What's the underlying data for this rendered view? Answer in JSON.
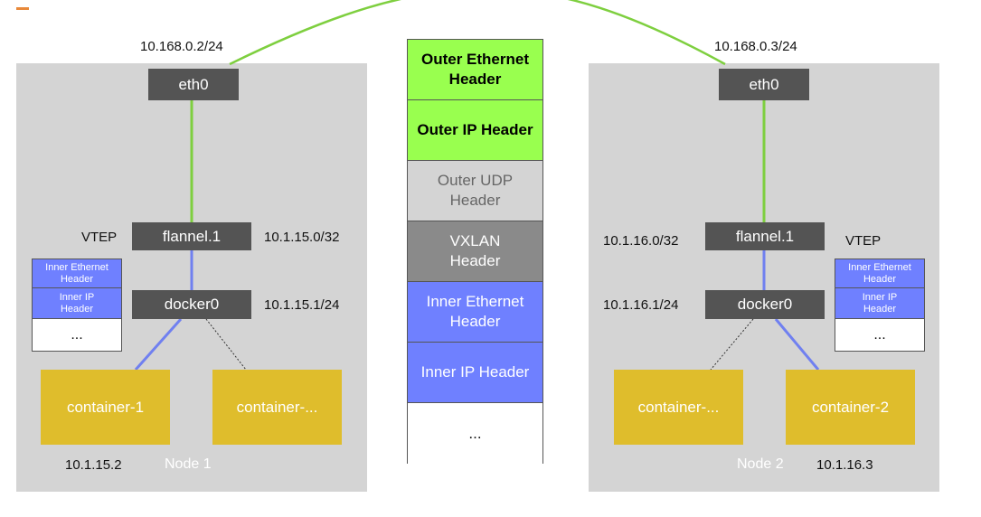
{
  "colors": {
    "node_bg": "#d4d4d4",
    "device": "#545454",
    "container": "#dfbd2c",
    "green_link": "#7ecf3f",
    "blue_link": "#7080f0",
    "outer_green": "#99ff4f",
    "outer_udp": "#d4d4d4",
    "vxlan": "#8a8a8a",
    "inner_blue": "#6f80ff"
  },
  "node1": {
    "name": "Node 1",
    "eth_ip": "10.168.0.2/24",
    "eth": "eth0",
    "vtep_label": "VTEP",
    "flannel": "flannel.1",
    "flannel_ip": "10.1.15.0/32",
    "docker": "docker0",
    "docker_ip": "10.1.15.1/24",
    "container_a": "container-1",
    "container_a_ip": "10.1.15.2",
    "container_b": "container-...",
    "mini_stack": [
      "Inner Ethernet\nHeader",
      "Inner IP\nHeader",
      "..."
    ]
  },
  "node2": {
    "name": "Node 2",
    "eth_ip": "10.168.0.3/24",
    "eth": "eth0",
    "vtep_label": "VTEP",
    "flannel": "flannel.1",
    "flannel_ip": "10.1.16.0/32",
    "docker": "docker0",
    "docker_ip": "10.1.16.1/24",
    "container_a": "container-...",
    "container_b": "container-2",
    "container_b_ip": "10.1.16.3",
    "mini_stack": [
      "Inner Ethernet\nHeader",
      "Inner IP\nHeader",
      "..."
    ]
  },
  "packet": {
    "outer_eth": "Outer Ethernet\nHeader",
    "outer_ip": "Outer IP Header",
    "outer_udp": "Outer UDP\nHeader",
    "vxlan": "VXLAN\nHeader",
    "inner_eth": "Inner Ethernet\nHeader",
    "inner_ip": "Inner IP Header",
    "payload": "..."
  }
}
